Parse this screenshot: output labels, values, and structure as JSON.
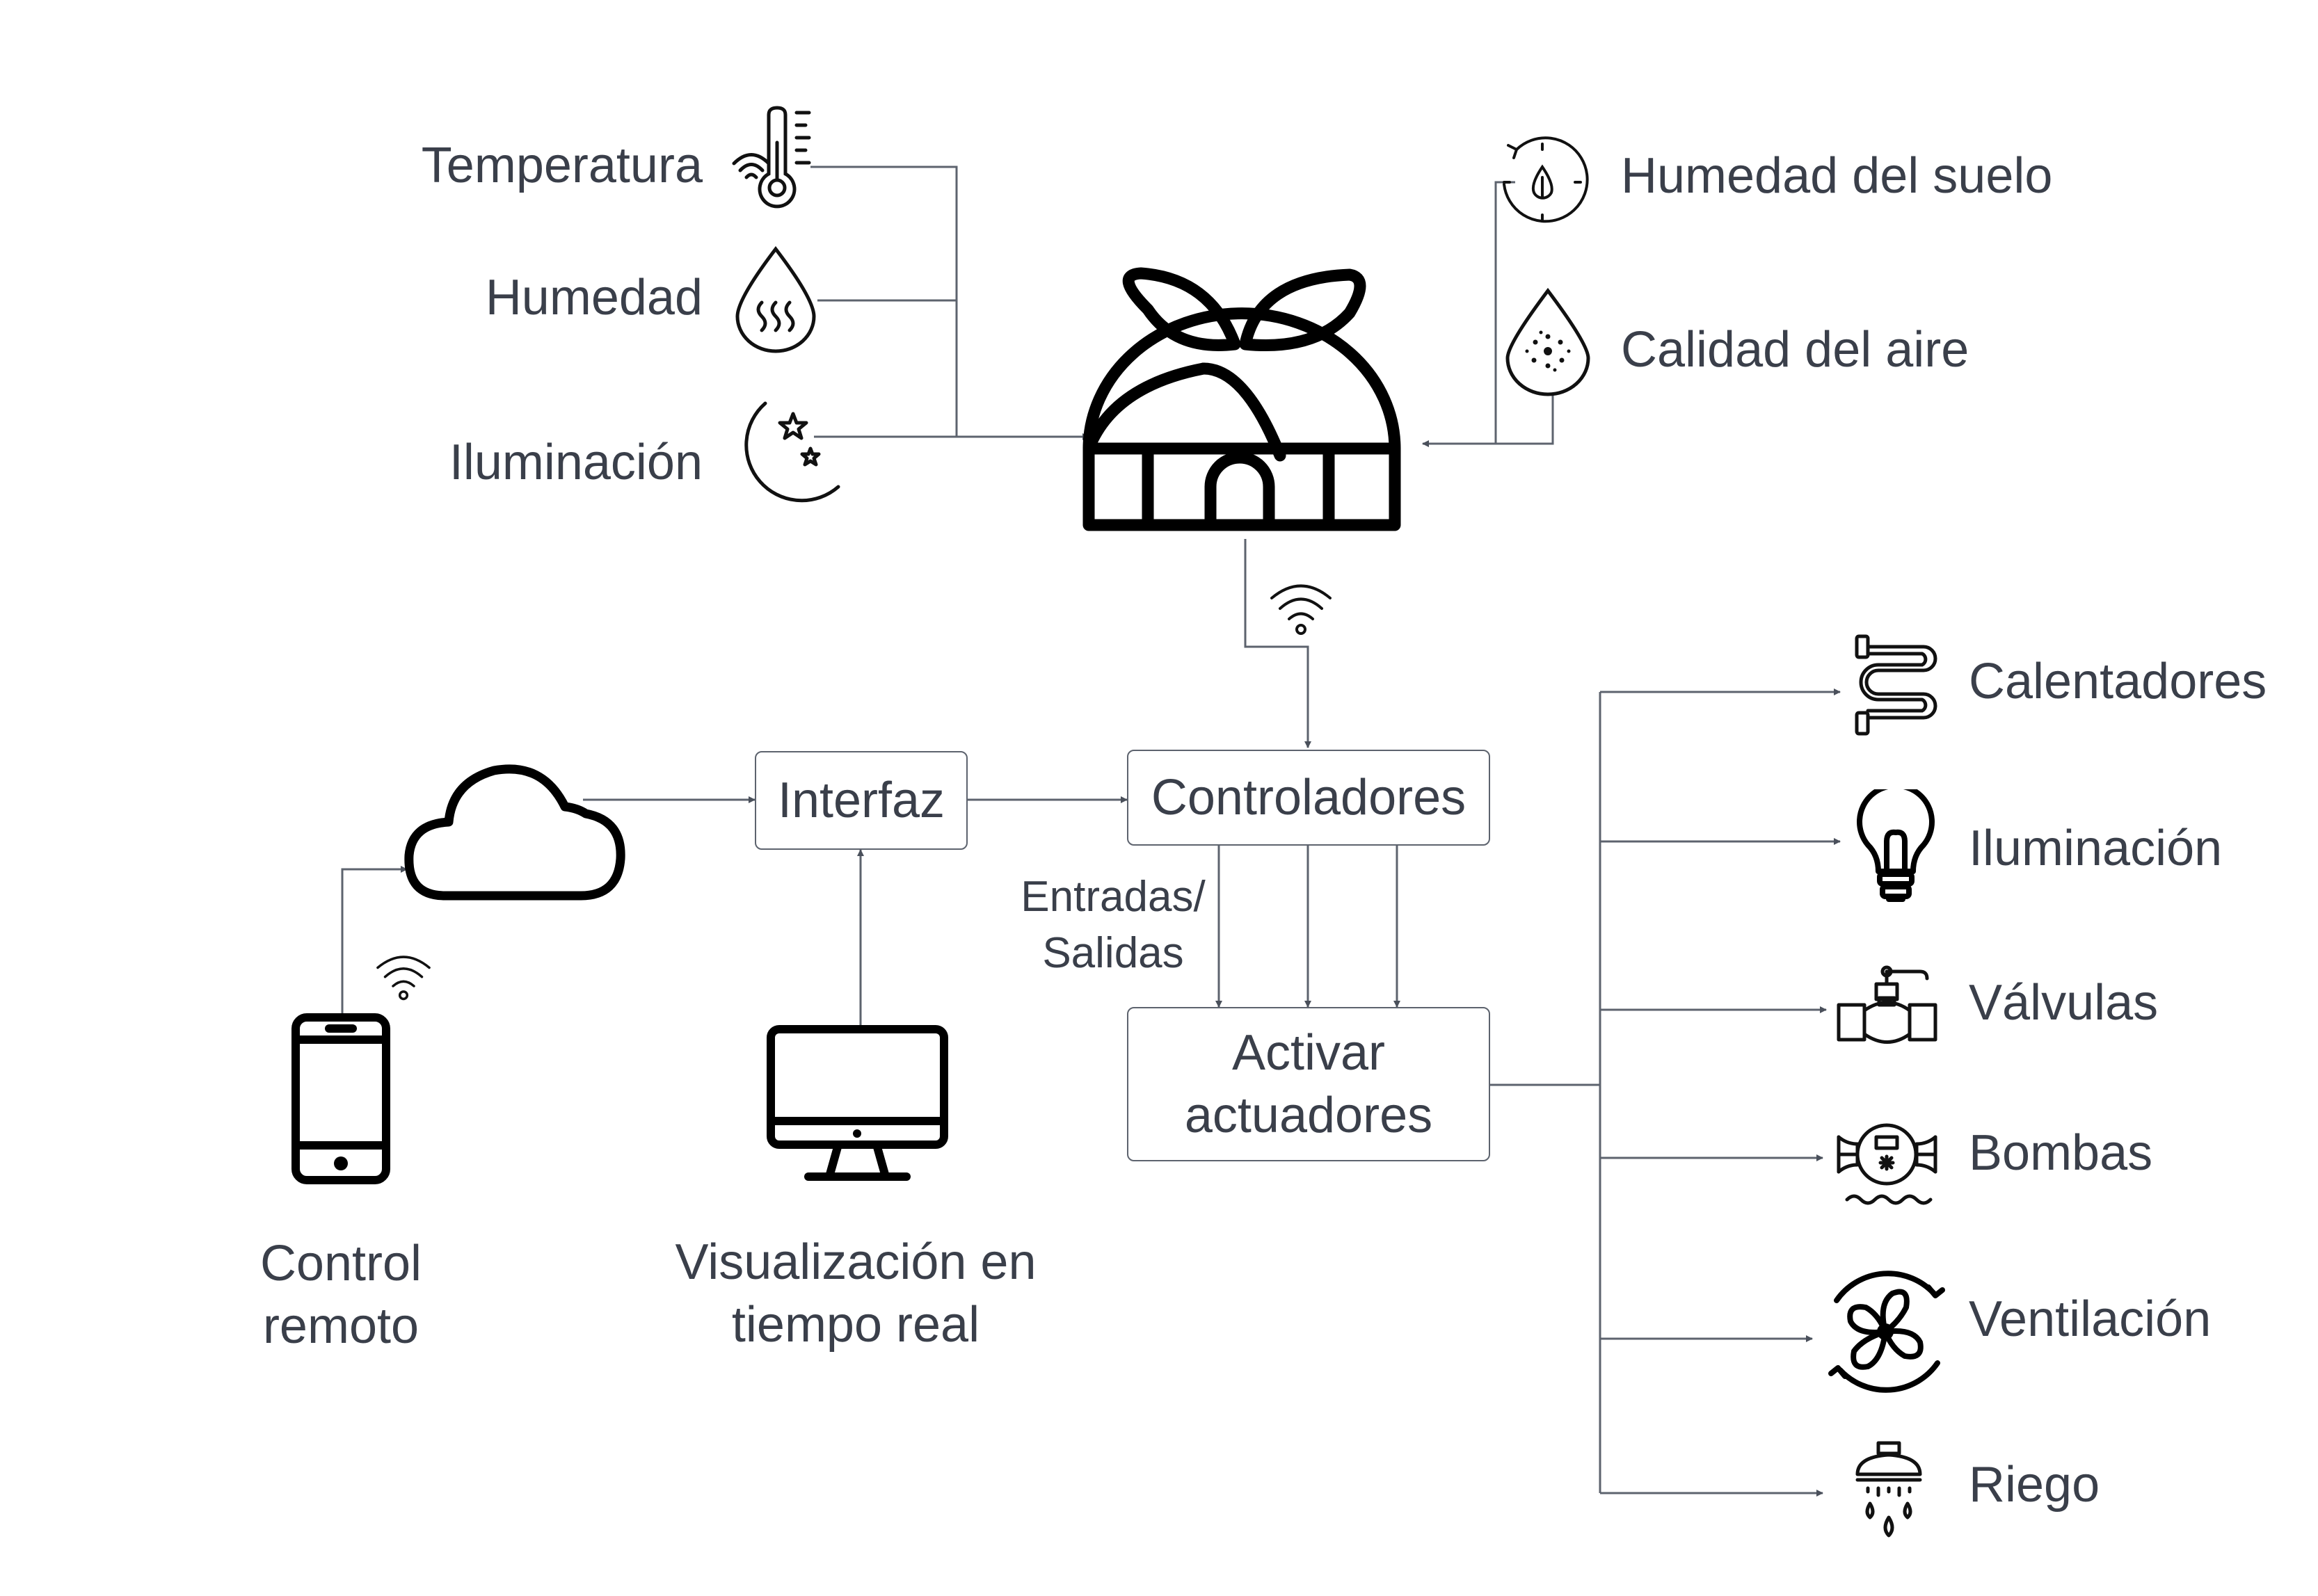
{
  "sensors": {
    "temperatura": "Temperatura",
    "humedad": "Humedad",
    "iluminacion": "Iluminación",
    "humedad_suelo": "Humedad del suelo",
    "calidad_aire": "Calidad del aire"
  },
  "nodes": {
    "interfaz": "Interfaz",
    "controladores": "Controladores",
    "activar_line1": "Activar",
    "activar_line2": "actuadores",
    "io_line1": "Entradas/",
    "io_line2": "Salidas"
  },
  "devices": {
    "control_line1": "Control",
    "control_line2": "remoto",
    "visual_line1": "Visualización en",
    "visual_line2": "tiempo real"
  },
  "actuators": {
    "calentadores": "Calentadores",
    "iluminacion": "Iluminación",
    "valvulas": "Válvulas",
    "bombas": "Bombas",
    "ventilacion": "Ventilación",
    "riego": "Riego"
  },
  "icons": {
    "temperatura": "thermometer-icon",
    "humedad": "droplet-icon",
    "iluminacion": "moon-stars-icon",
    "humedad_suelo": "moisture-gauge-icon",
    "calidad_aire": "air-drop-icon",
    "centro": "greenhouse-icon",
    "cloud": "cloud-icon",
    "phone": "smartphone-icon",
    "monitor": "monitor-icon",
    "wifi": "wifi-icon",
    "calentadores": "heater-coil-icon",
    "iluminacion_act": "light-bulb-icon",
    "valvulas": "valve-icon",
    "bombas": "pump-icon",
    "ventilacion": "fan-icon",
    "riego": "sprinkler-icon"
  },
  "colors": {
    "line": "#5d636e",
    "text": "#3a3f4a",
    "icon": "#111111"
  }
}
